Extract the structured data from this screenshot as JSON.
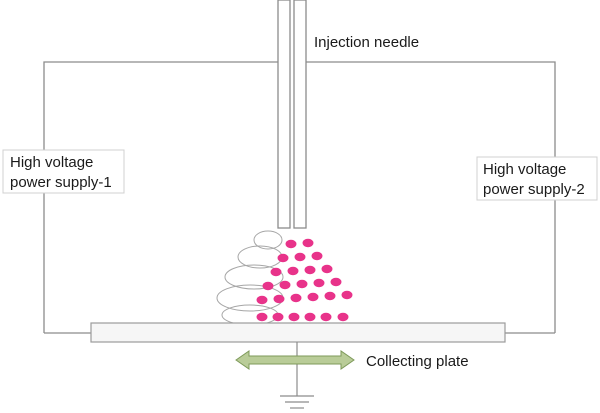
{
  "labels": {
    "injection_needle": "Injection needle",
    "power_supply_1": [
      "High voltage",
      "power supply-1"
    ],
    "power_supply_2": [
      "High voltage",
      "power supply-2"
    ],
    "collecting_plate": "Collecting plate"
  },
  "colors": {
    "wire": "#8c8c8c",
    "droplet": "#e8338a",
    "arrow_fill": "#b9cc98",
    "arrow_stroke": "#7e9a5a",
    "plate_fill": "#f6f6f6",
    "plate_stroke": "#9b9b9b",
    "spiral": "#a6a6a6"
  },
  "icons": {
    "arrow": "double-headed-arrow-icon",
    "ground": "ground-symbol-icon"
  }
}
